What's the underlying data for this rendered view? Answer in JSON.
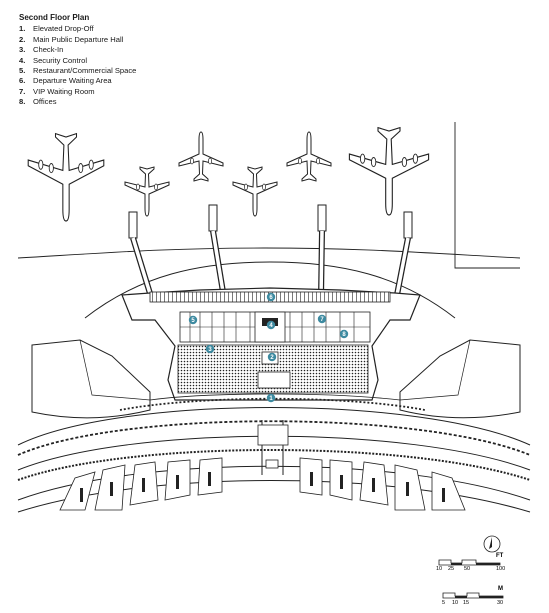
{
  "legend": {
    "title": "Second Floor Plan",
    "items": [
      {
        "num": "1.",
        "label": "Elevated Drop-Off"
      },
      {
        "num": "2.",
        "label": "Main Public Departure Hall"
      },
      {
        "num": "3.",
        "label": "Check-In"
      },
      {
        "num": "4.",
        "label": "Security Control"
      },
      {
        "num": "5.",
        "label": "Restaurant/Commercial Space"
      },
      {
        "num": "6.",
        "label": "Departure Waiting Area"
      },
      {
        "num": "7.",
        "label": "VIP Waiting Room"
      },
      {
        "num": "8.",
        "label": "Offices"
      }
    ]
  },
  "markers": [
    "1",
    "2",
    "3",
    "4",
    "5",
    "6",
    "7",
    "8"
  ],
  "marker_color": "#3d8aa0",
  "scale_ft": {
    "unit": "FT",
    "ticks": [
      "10",
      "25",
      "50",
      "100"
    ]
  },
  "scale_m": {
    "unit": "M",
    "ticks": [
      "5",
      "10",
      "15",
      "30"
    ]
  }
}
